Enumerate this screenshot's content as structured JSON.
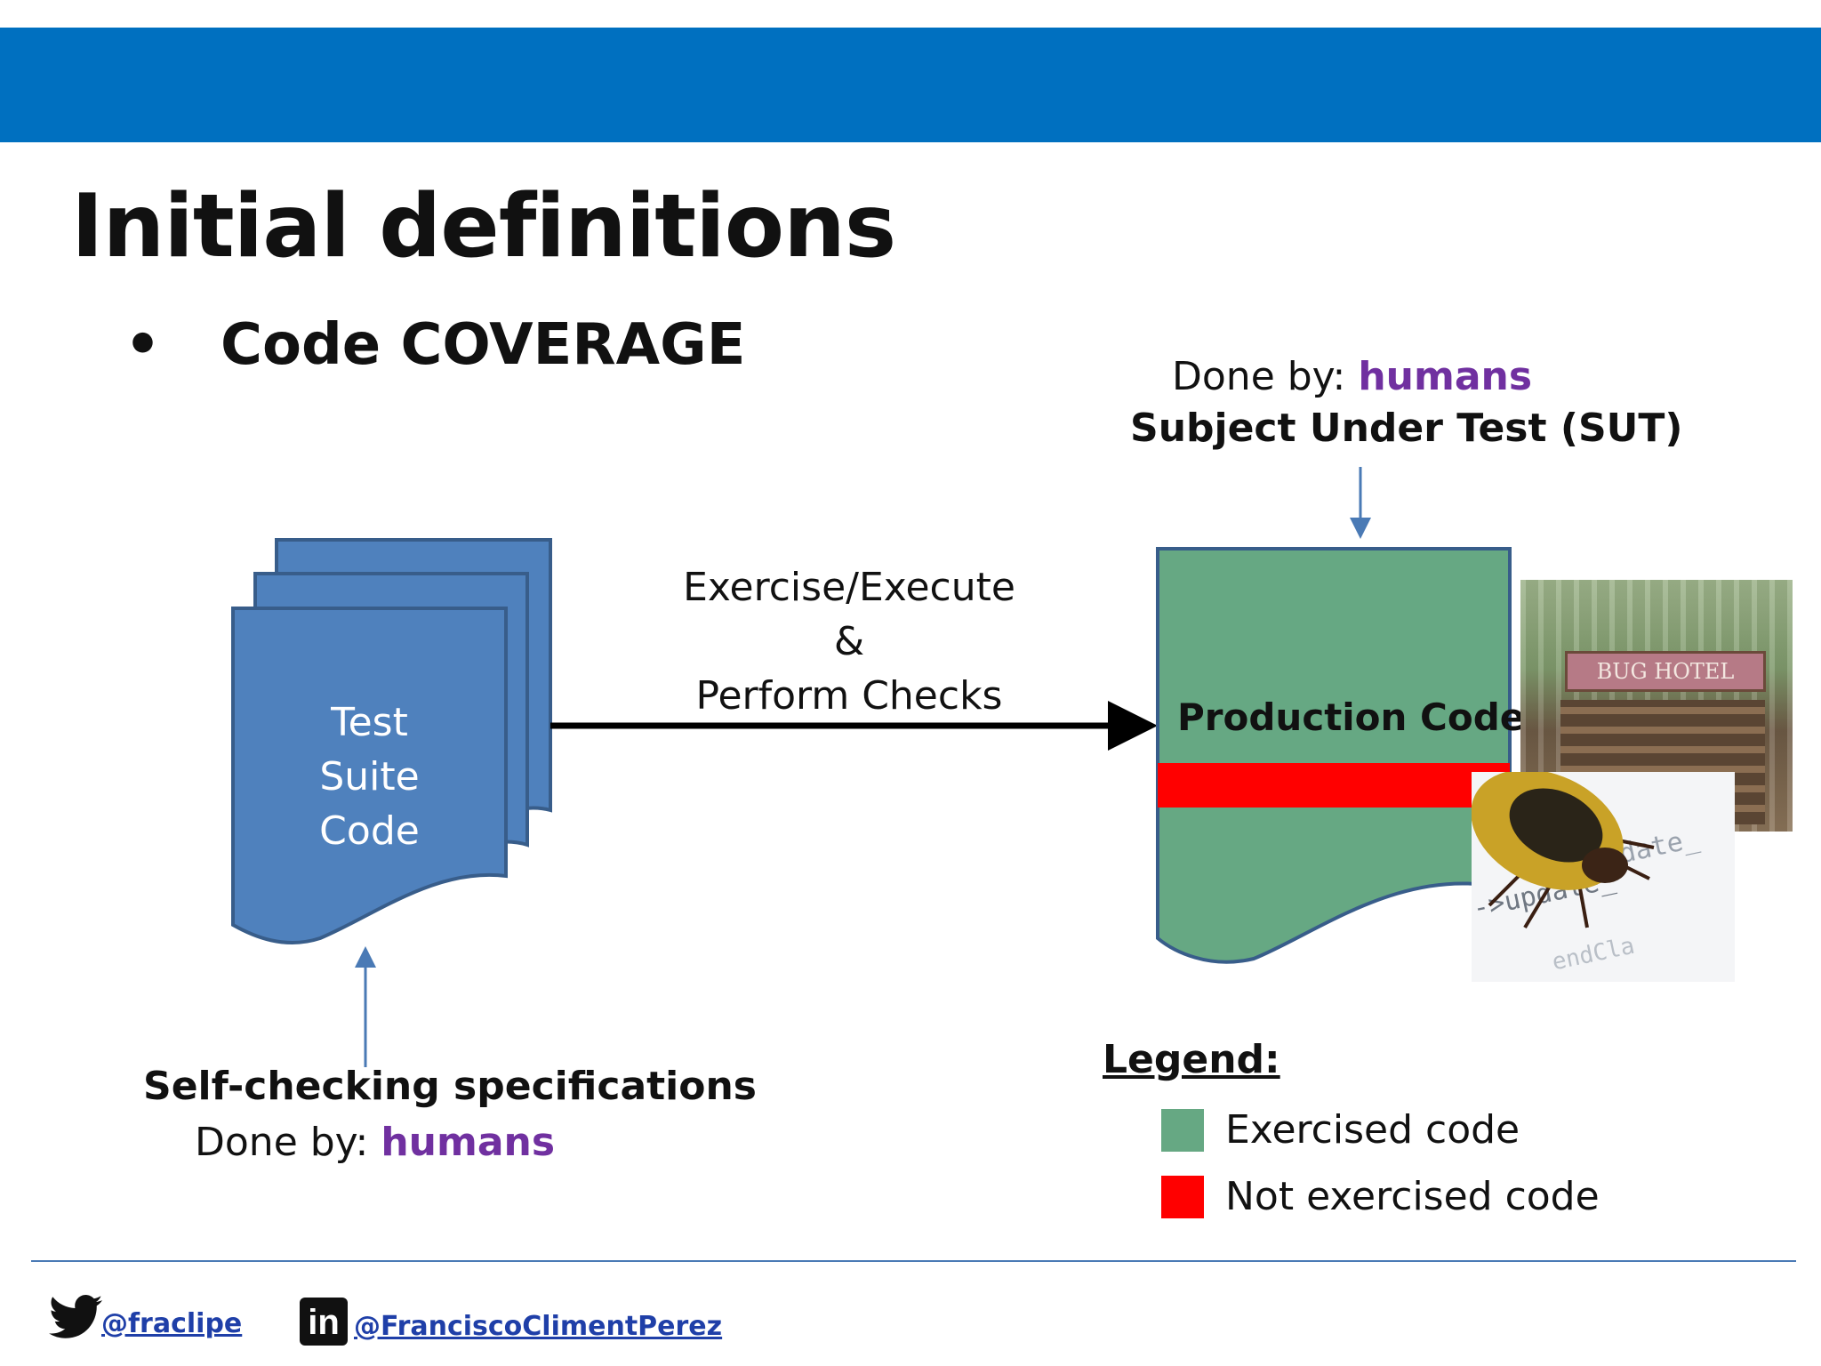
{
  "slide": {
    "title": "Initial definitions",
    "bullet": "Code COVERAGE",
    "bullet_symbol": "•"
  },
  "sut": {
    "done_by_label": "Done by:",
    "done_by_value": "humans",
    "label": "Subject Under Test (SUT)"
  },
  "test_suite": {
    "lines": [
      "Test",
      "Suite",
      "Code"
    ]
  },
  "arrow_label": {
    "lines": [
      "Exercise/Execute",
      "&",
      "Perform Checks"
    ]
  },
  "production": {
    "label": "Production Code"
  },
  "images": {
    "bug_hotel_sign": "BUG HOTEL",
    "code_text": [
      "update_",
      "->update_",
      "endCla"
    ]
  },
  "specs": {
    "label": "Self-checking specifications",
    "done_by_label": "Done by:",
    "done_by_value": "humans"
  },
  "legend": {
    "title": "Legend:",
    "items": [
      {
        "label": "Exercised code",
        "color": "#66a883"
      },
      {
        "label": "Not exercised code",
        "color": "#ff0000"
      }
    ]
  },
  "footer": {
    "twitter_handle": "@fraclipe",
    "linkedin_handle": "@FranciscoClimentPerez",
    "linkedin_icon_text": "in"
  },
  "colors": {
    "banner": "#0070c0",
    "doc_blue": "#4f81bd",
    "doc_border": "#385d8a",
    "exercised": "#66a883",
    "not_exercised": "#ff0000",
    "accent_purple": "#7030a0"
  }
}
